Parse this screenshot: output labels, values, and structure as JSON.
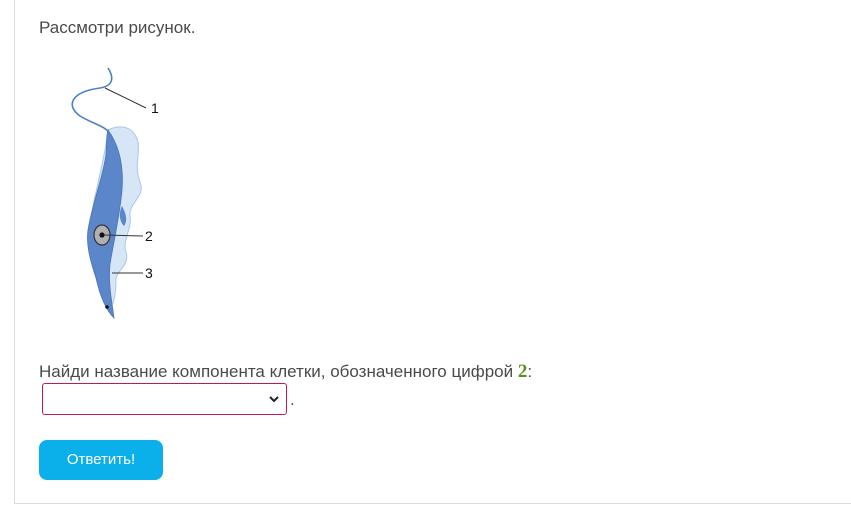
{
  "task": {
    "prompt": "Рассмотри рисунок.",
    "figure": {
      "labels": [
        "1",
        "2",
        "3"
      ]
    },
    "question": {
      "text": "Найди название компонента клетки, обозначенного цифрой",
      "number": "2",
      "suffix": ":"
    },
    "select": {
      "selected_value": "",
      "trailing_text": "."
    },
    "submit_label": "Ответить!"
  },
  "colors": {
    "body_dark_blue": "#5b86c9",
    "membrane_light_blue": "#d6e6f7",
    "flagellum_blue": "#4a7fc1",
    "question_number_green": "#5a8f1e",
    "select_border": "#c2185b",
    "button_bg": "#0bb0ea"
  }
}
